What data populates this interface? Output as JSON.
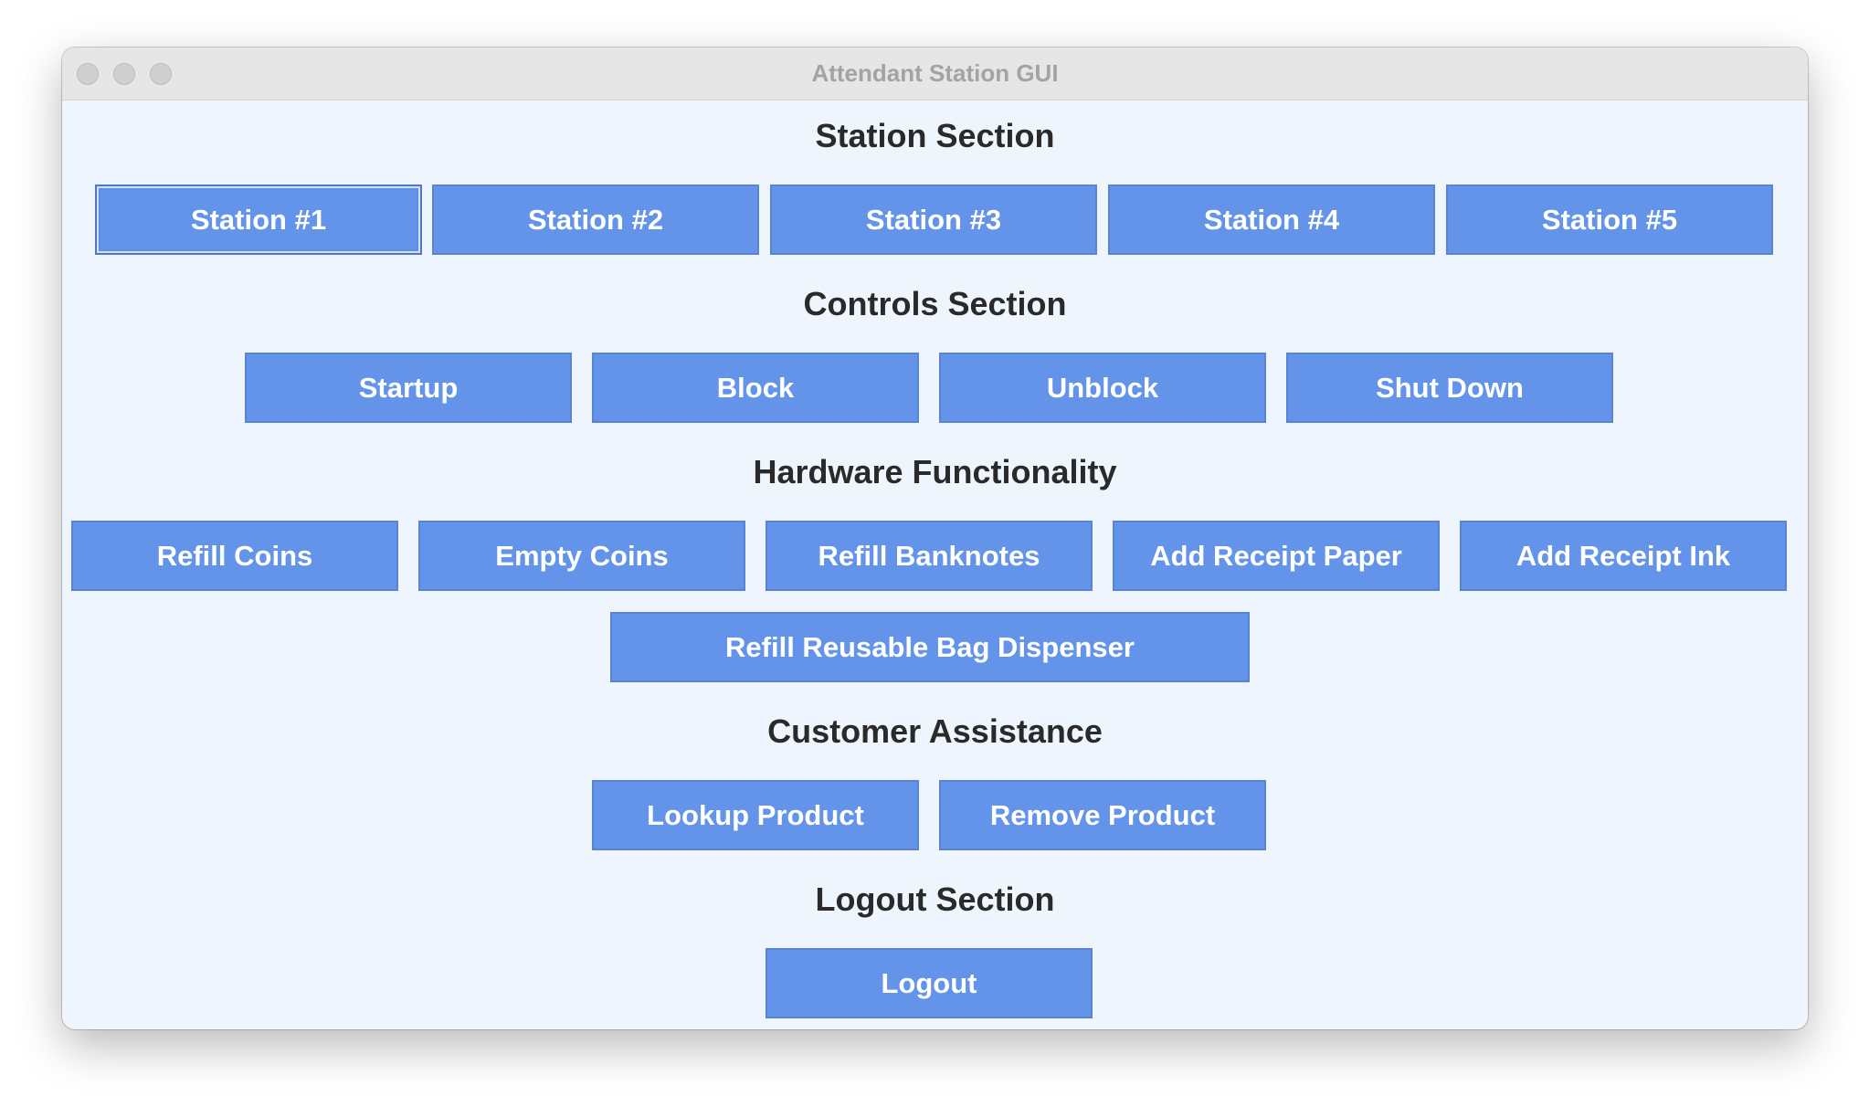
{
  "window": {
    "title": "Attendant Station GUI"
  },
  "sections": {
    "station": {
      "title": "Station Section",
      "buttons": [
        "Station #1",
        "Station #2",
        "Station #3",
        "Station #4",
        "Station #5"
      ]
    },
    "controls": {
      "title": "Controls Section",
      "buttons": [
        "Startup",
        "Block",
        "Unblock",
        "Shut Down"
      ]
    },
    "hardware": {
      "title": "Hardware Functionality",
      "buttons": [
        "Refill Coins",
        "Empty Coins",
        "Refill Banknotes",
        "Add Receipt Paper",
        "Add Receipt Ink",
        "Refill Reusable Bag Dispenser"
      ]
    },
    "customer": {
      "title": "Customer Assistance",
      "buttons": [
        "Lookup Product",
        "Remove Product"
      ]
    },
    "logout": {
      "title": "Logout Section",
      "buttons": [
        "Logout"
      ]
    }
  },
  "colors": {
    "button_bg": "#6494ea",
    "window_bg": "#eef5fd",
    "title_text": "#2a2a2a"
  }
}
